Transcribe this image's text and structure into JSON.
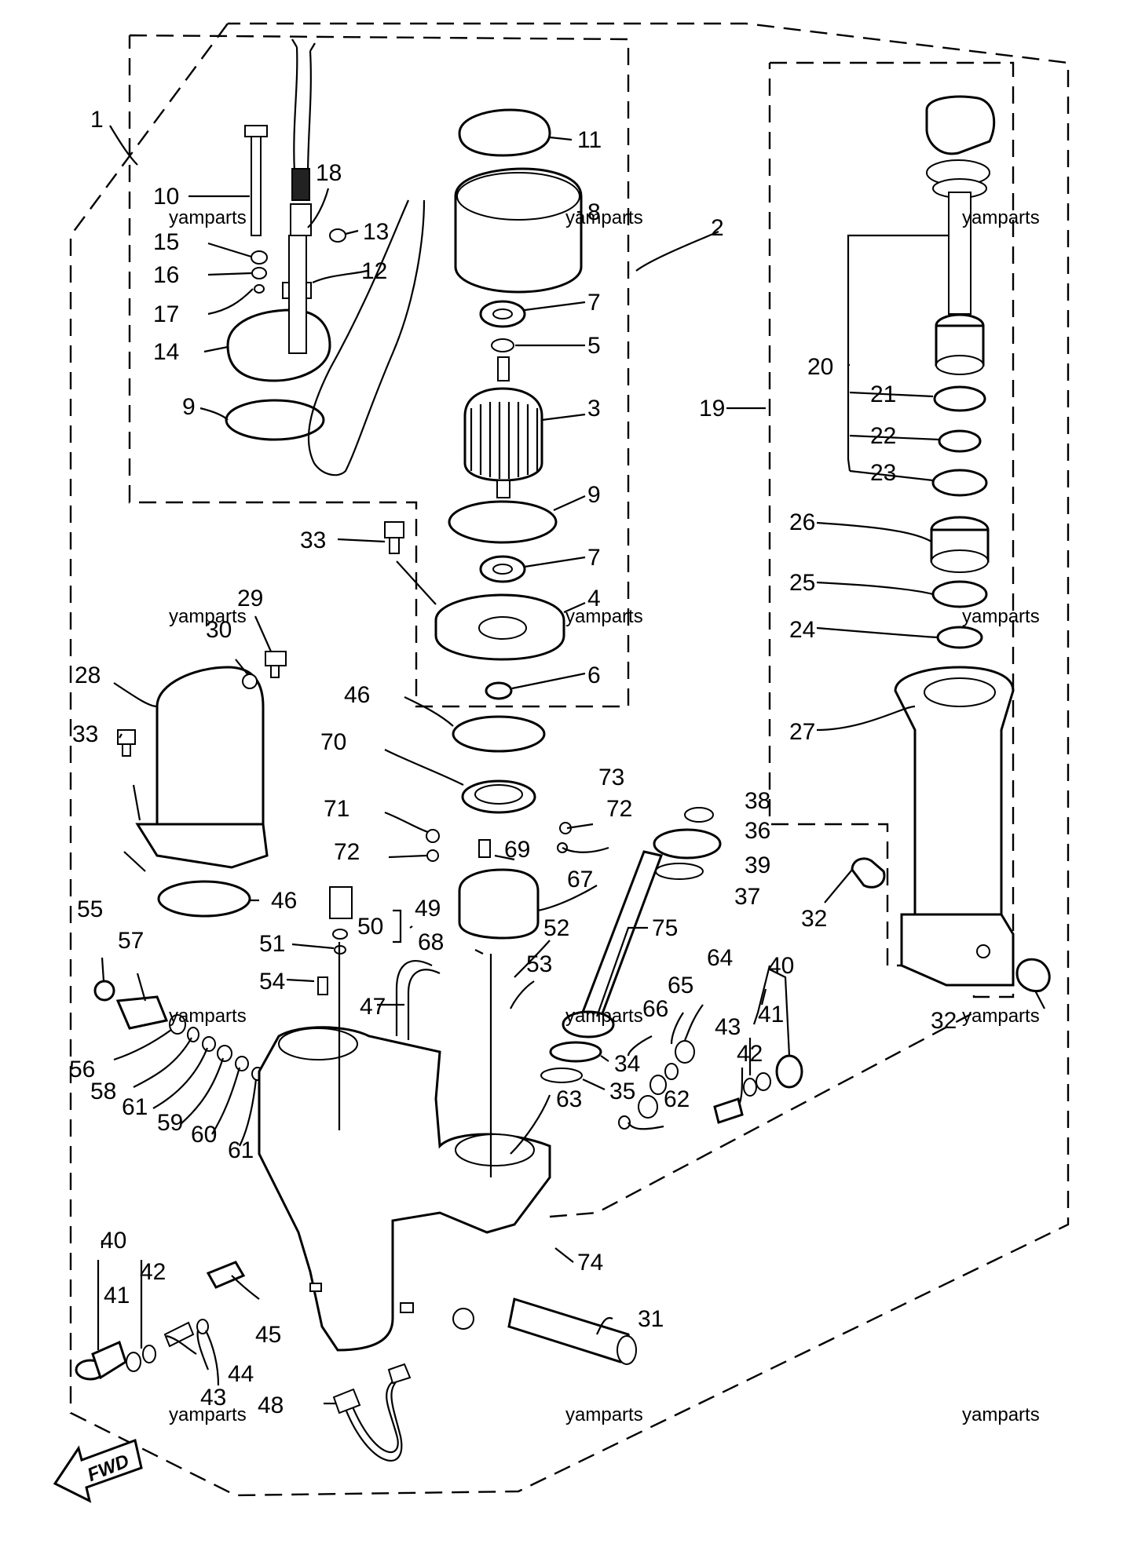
{
  "diagram": {
    "watermark": "yamparts",
    "fwd_label": "FWD",
    "labels": [
      {
        "id": "1",
        "text": "1"
      },
      {
        "id": "2",
        "text": "2"
      },
      {
        "id": "3",
        "text": "3"
      },
      {
        "id": "4",
        "text": "4"
      },
      {
        "id": "5",
        "text": "5"
      },
      {
        "id": "6",
        "text": "6"
      },
      {
        "id": "7a",
        "text": "7"
      },
      {
        "id": "7b",
        "text": "7"
      },
      {
        "id": "8",
        "text": "8"
      },
      {
        "id": "9a",
        "text": "9"
      },
      {
        "id": "9b",
        "text": "9"
      },
      {
        "id": "10",
        "text": "10"
      },
      {
        "id": "11",
        "text": "11"
      },
      {
        "id": "12",
        "text": "12"
      },
      {
        "id": "13",
        "text": "13"
      },
      {
        "id": "14",
        "text": "14"
      },
      {
        "id": "15",
        "text": "15"
      },
      {
        "id": "16",
        "text": "16"
      },
      {
        "id": "17",
        "text": "17"
      },
      {
        "id": "18",
        "text": "18"
      },
      {
        "id": "19",
        "text": "19"
      },
      {
        "id": "20",
        "text": "20"
      },
      {
        "id": "21",
        "text": "21"
      },
      {
        "id": "22",
        "text": "22"
      },
      {
        "id": "23",
        "text": "23"
      },
      {
        "id": "24",
        "text": "24"
      },
      {
        "id": "25",
        "text": "25"
      },
      {
        "id": "26",
        "text": "26"
      },
      {
        "id": "27",
        "text": "27"
      },
      {
        "id": "28",
        "text": "28"
      },
      {
        "id": "29",
        "text": "29"
      },
      {
        "id": "30",
        "text": "30"
      },
      {
        "id": "31",
        "text": "31"
      },
      {
        "id": "32a",
        "text": "32"
      },
      {
        "id": "32b",
        "text": "32"
      },
      {
        "id": "33a",
        "text": "33"
      },
      {
        "id": "33b",
        "text": "33"
      },
      {
        "id": "34",
        "text": "34"
      },
      {
        "id": "35",
        "text": "35"
      },
      {
        "id": "36",
        "text": "36"
      },
      {
        "id": "37",
        "text": "37"
      },
      {
        "id": "38",
        "text": "38"
      },
      {
        "id": "39",
        "text": "39"
      },
      {
        "id": "40a",
        "text": "40"
      },
      {
        "id": "40b",
        "text": "40"
      },
      {
        "id": "41a",
        "text": "41"
      },
      {
        "id": "41b",
        "text": "41"
      },
      {
        "id": "42a",
        "text": "42"
      },
      {
        "id": "42b",
        "text": "42"
      },
      {
        "id": "43a",
        "text": "43"
      },
      {
        "id": "43b",
        "text": "43"
      },
      {
        "id": "44",
        "text": "44"
      },
      {
        "id": "45",
        "text": "45"
      },
      {
        "id": "46a",
        "text": "46"
      },
      {
        "id": "46b",
        "text": "46"
      },
      {
        "id": "47",
        "text": "47"
      },
      {
        "id": "48",
        "text": "48"
      },
      {
        "id": "49",
        "text": "49"
      },
      {
        "id": "50",
        "text": "50"
      },
      {
        "id": "51",
        "text": "51"
      },
      {
        "id": "52",
        "text": "52"
      },
      {
        "id": "53",
        "text": "53"
      },
      {
        "id": "54",
        "text": "54"
      },
      {
        "id": "55",
        "text": "55"
      },
      {
        "id": "56",
        "text": "56"
      },
      {
        "id": "57",
        "text": "57"
      },
      {
        "id": "58",
        "text": "58"
      },
      {
        "id": "59",
        "text": "59"
      },
      {
        "id": "60",
        "text": "60"
      },
      {
        "id": "61a",
        "text": "61"
      },
      {
        "id": "61b",
        "text": "61"
      },
      {
        "id": "62",
        "text": "62"
      },
      {
        "id": "63",
        "text": "63"
      },
      {
        "id": "64",
        "text": "64"
      },
      {
        "id": "65",
        "text": "65"
      },
      {
        "id": "66",
        "text": "66"
      },
      {
        "id": "67",
        "text": "67"
      },
      {
        "id": "68",
        "text": "68"
      },
      {
        "id": "69",
        "text": "69"
      },
      {
        "id": "70",
        "text": "70"
      },
      {
        "id": "71",
        "text": "71"
      },
      {
        "id": "72a",
        "text": "72"
      },
      {
        "id": "72b",
        "text": "72"
      },
      {
        "id": "73",
        "text": "73"
      },
      {
        "id": "74",
        "text": "74"
      },
      {
        "id": "75",
        "text": "75"
      }
    ]
  }
}
